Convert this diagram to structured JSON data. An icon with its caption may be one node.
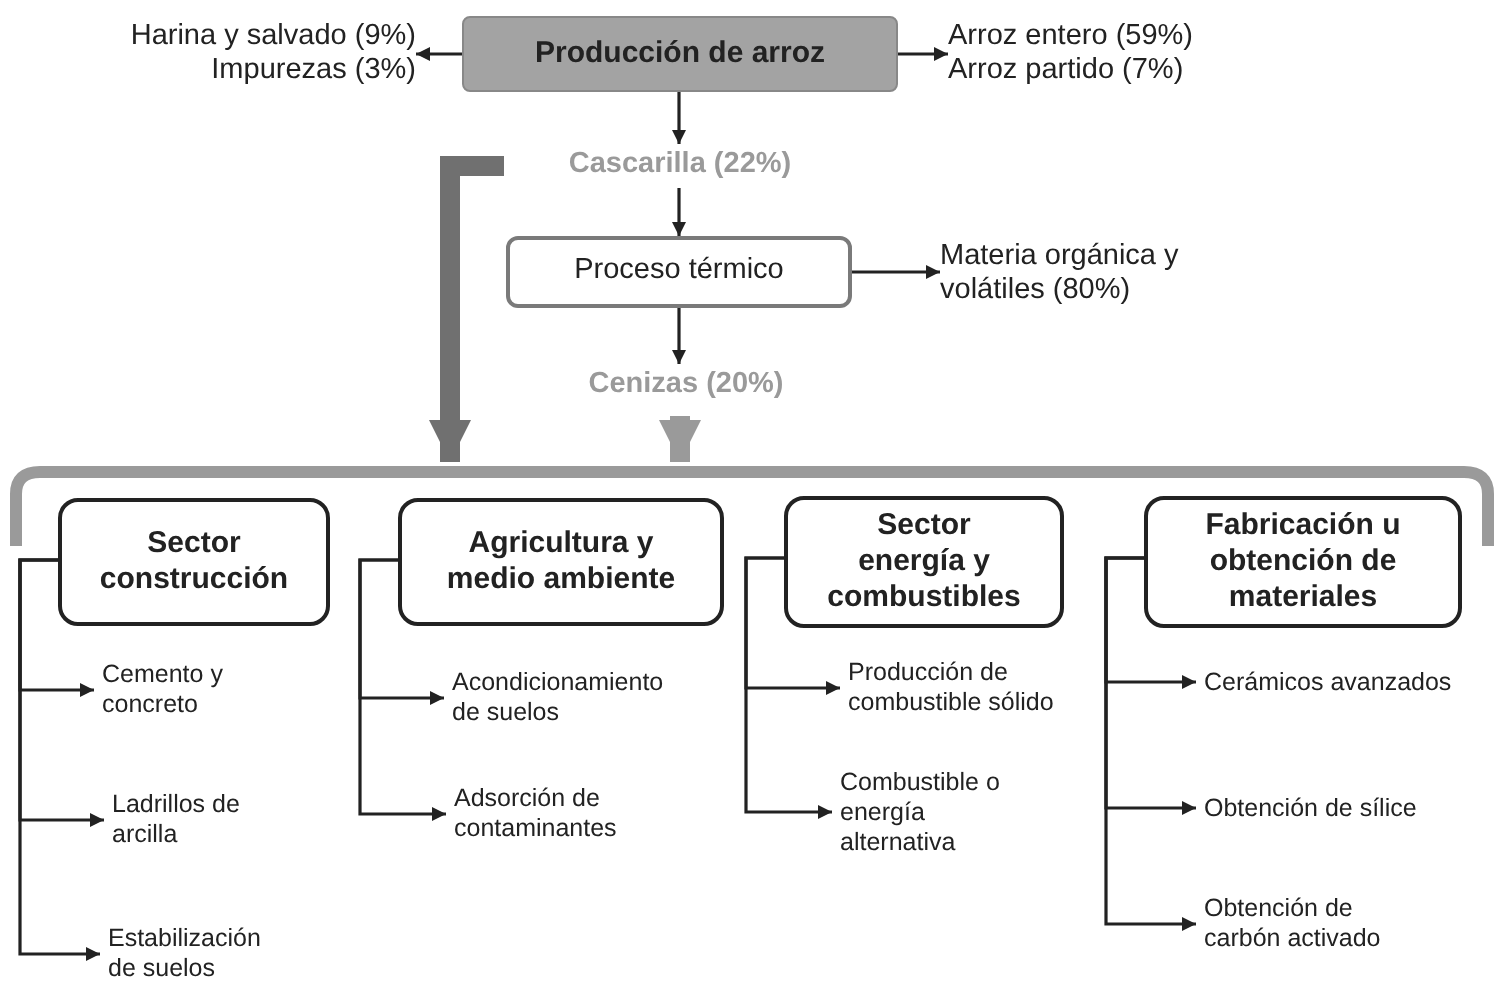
{
  "diagram": {
    "nodes": [
      {
        "text": [
          "Producción de arroz"
        ]
      },
      {
        "text": [
          "Harina y salvado (9%)",
          "Impurezas (3%)"
        ]
      },
      {
        "text": [
          "Arroz entero (59%)",
          "Arroz partido (7%)"
        ]
      },
      {
        "text": [
          "Cascarilla (22%)"
        ]
      },
      {
        "text": [
          "Proceso térmico"
        ]
      },
      {
        "text": [
          "Materia orgánica y volátiles (80%)"
        ]
      },
      {
        "text": [
          "Cenizas (20%)"
        ]
      },
      {
        "text": [],
        "shape": "bar"
      },
      {
        "text": [
          "Sector construcción"
        ]
      },
      {
        "text": [
          "Cemento y concreto"
        ]
      },
      {
        "text": [
          "Ladrillos de arcilla"
        ]
      },
      {
        "text": [
          "Estabilización de suelos"
        ]
      },
      {
        "text": [
          "Agricultura y medio ambiente"
        ]
      },
      {
        "text": [
          "Acondicionamiento de suelos"
        ]
      },
      {
        "text": [
          "Adsorción de contaminantes"
        ]
      },
      {
        "text": [
          "Sector energía y combustibles"
        ]
      },
      {
        "text": [
          "Producción de combustible sólido"
        ]
      },
      {
        "text": [
          "Combustible o energía alternativa"
        ]
      },
      {
        "text": [
          "Fabricación u obtención de materiales"
        ]
      },
      {
        "text": [
          "Cerámicos avanzados"
        ]
      },
      {
        "text": [
          "Obtención de sílice"
        ]
      },
      {
        "text": [
          "Obtención de carbón activado"
        ]
      }
    ],
    "edges": [
      {
        "from": 0,
        "to": 1,
        "arrow": "to"
      },
      {
        "from": 0,
        "to": 2,
        "arrow": "to"
      },
      {
        "from": 0,
        "to": 3,
        "arrow": "to"
      },
      {
        "from": 3,
        "to": 4,
        "arrow": "to"
      },
      {
        "from": 4,
        "to": 5,
        "arrow": "to"
      },
      {
        "from": 4,
        "to": 6,
        "arrow": "to"
      },
      {
        "from": 3,
        "to": 7,
        "arrow": "to",
        "style": "thick",
        "color": "#707070"
      },
      {
        "from": 6,
        "to": 7,
        "arrow": "to",
        "style": "thick",
        "color": "#9a9a9a"
      },
      {
        "from": 8,
        "to": 9,
        "arrow": "to"
      },
      {
        "from": 8,
        "to": 10,
        "arrow": "to"
      },
      {
        "from": 8,
        "to": 11,
        "arrow": "to"
      },
      {
        "from": 12,
        "to": 13,
        "arrow": "to"
      },
      {
        "from": 12,
        "to": 14,
        "arrow": "to"
      },
      {
        "from": 15,
        "to": 16,
        "arrow": "to"
      },
      {
        "from": 15,
        "to": 17,
        "arrow": "to"
      },
      {
        "from": 18,
        "to": 19,
        "arrow": "to"
      },
      {
        "from": 18,
        "to": 20,
        "arrow": "to"
      },
      {
        "from": 18,
        "to": 21,
        "arrow": "to"
      }
    ]
  }
}
